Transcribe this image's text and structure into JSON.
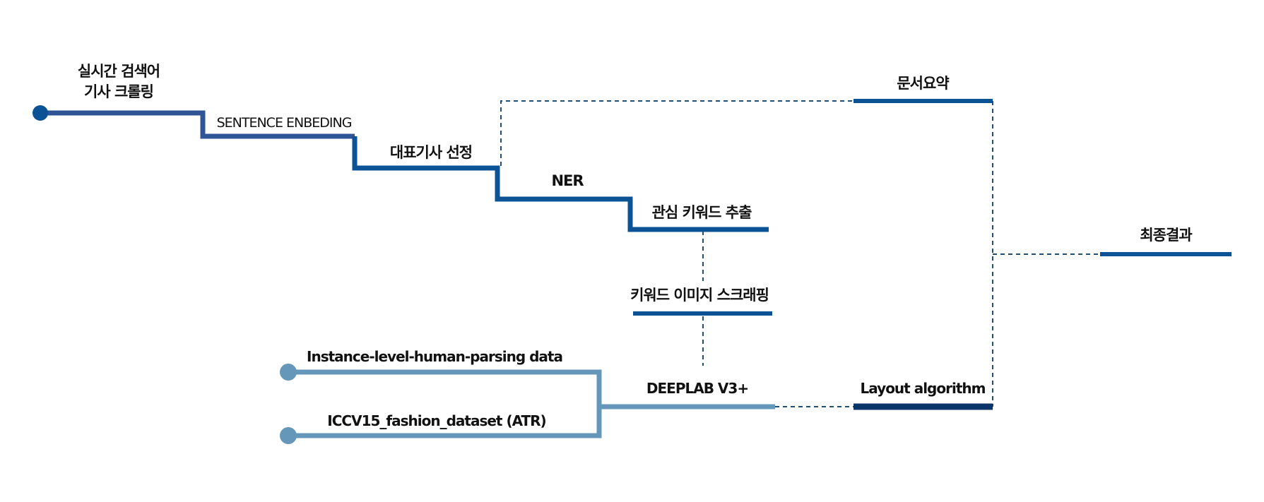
{
  "colors": {
    "main_top": "#2F5597",
    "main": "#0B5394",
    "light": "#6497B9",
    "dark": "#0B3468",
    "dash": "#1F4E79"
  },
  "labels": {
    "crawl_line1": "실시간 검색어",
    "crawl_line2": "기사 크롤링",
    "sentence_embedding": "SENTENCE ENBEDING",
    "representative": "대표기사 선정",
    "ner": "NER",
    "keyword_extract": "관심 키워드 추출",
    "image_scraping": "키워드 이미지 스크래핑",
    "dataset_lip": "Instance-level-human-parsing data",
    "dataset_atr": "ICCV15_fashion_dataset (ATR)",
    "deeplab": "DEEPLAB V3+",
    "layout": "Layout algorithm",
    "summary": "문서요약",
    "final": "최종결과"
  }
}
